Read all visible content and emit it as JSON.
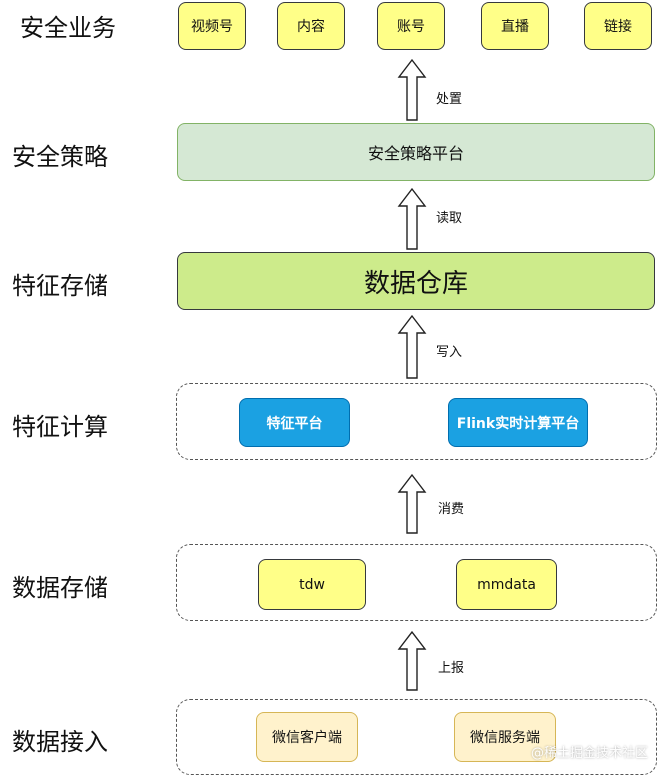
{
  "layers": {
    "business": "安全业务",
    "strategy": "安全策略",
    "feature_storage": "特征存储",
    "feature_compute": "特征计算",
    "data_storage": "数据存储",
    "data_ingest": "数据接入"
  },
  "business_items": [
    "视频号",
    "内容",
    "账号",
    "直播",
    "链接"
  ],
  "strategy_platform": "安全策略平台",
  "warehouse": "数据仓库",
  "compute_items": [
    "特征平台",
    "Flink实时计算平台"
  ],
  "storage_items": [
    "tdw",
    "mmdata"
  ],
  "ingest_items": [
    "微信客户端",
    "微信服务端"
  ],
  "arrows": {
    "dispose": "处置",
    "read": "读取",
    "write": "写入",
    "consume": "消费",
    "report": "上报"
  },
  "watermark": "@稀土掘金技术社区",
  "colors": {
    "yellow": "#ffff88",
    "cream": "#fff2cc",
    "green_light": "#d5e8d4",
    "green_strong": "#cdeb8b",
    "blue": "#1ba1e2"
  }
}
